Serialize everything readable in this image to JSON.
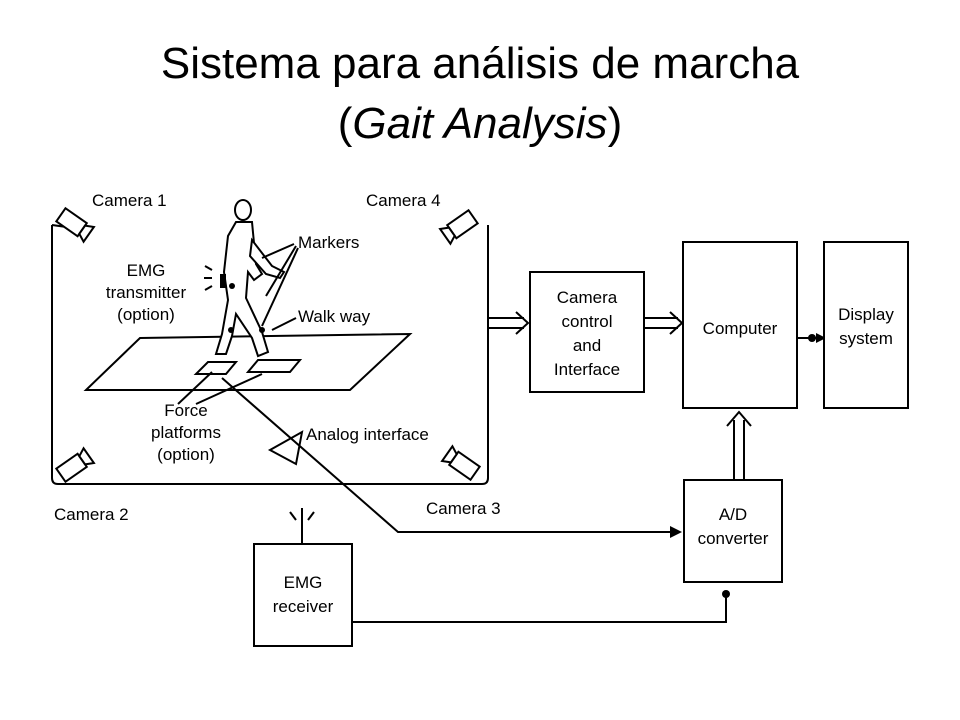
{
  "title": {
    "line1": "Sistema para análisis de marcha",
    "line2_open": "(",
    "line2_italic": "Gait Analysis",
    "line2_close": ")"
  },
  "labels": {
    "camera1": "Camera 1",
    "camera2": "Camera 2",
    "camera3": "Camera 3",
    "camera4": "Camera 4",
    "markers": "Markers",
    "emg_transmitter": [
      "EMG",
      "transmitter",
      "(option)"
    ],
    "walk_way": "Walk way",
    "force_platforms": [
      "Force",
      "platforms",
      "(option)"
    ],
    "analog_interface": "Analog interface"
  },
  "boxes": {
    "camera_control": [
      "Camera",
      "control",
      "and",
      "Interface"
    ],
    "computer": "Computer",
    "display": [
      "Display",
      "system"
    ],
    "ad_converter": [
      "A/D",
      "converter"
    ],
    "emg_receiver": [
      "EMG",
      "receiver"
    ]
  }
}
